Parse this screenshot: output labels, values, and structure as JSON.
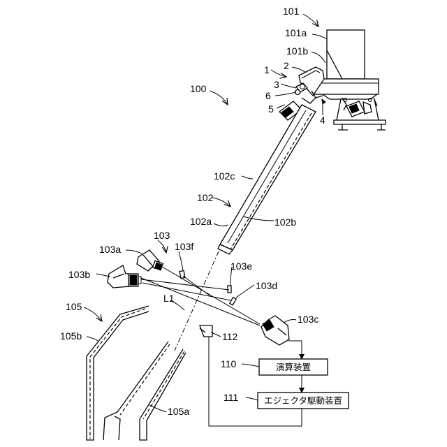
{
  "labels": {
    "r101": "101",
    "r101a": "101a",
    "r101b": "101b",
    "r1": "1",
    "r2": "2",
    "r3": "3",
    "r4": "4",
    "r5": "5",
    "r6": "6",
    "r100": "100",
    "r102c": "102c",
    "r102": "102",
    "r102a": "102a",
    "r102b": "102b",
    "r103": "103",
    "r103a": "103a",
    "r103f": "103f",
    "r103b": "103b",
    "r103e": "103e",
    "r103d": "103d",
    "rL1": "L1",
    "r105": "105",
    "r105b": "105b",
    "r103c": "103c",
    "r112": "112",
    "r110": "110",
    "r111": "111",
    "r105a": "105a"
  },
  "boxes": {
    "calc": "演算装置",
    "ejector": "エジェクタ駆動装置"
  }
}
